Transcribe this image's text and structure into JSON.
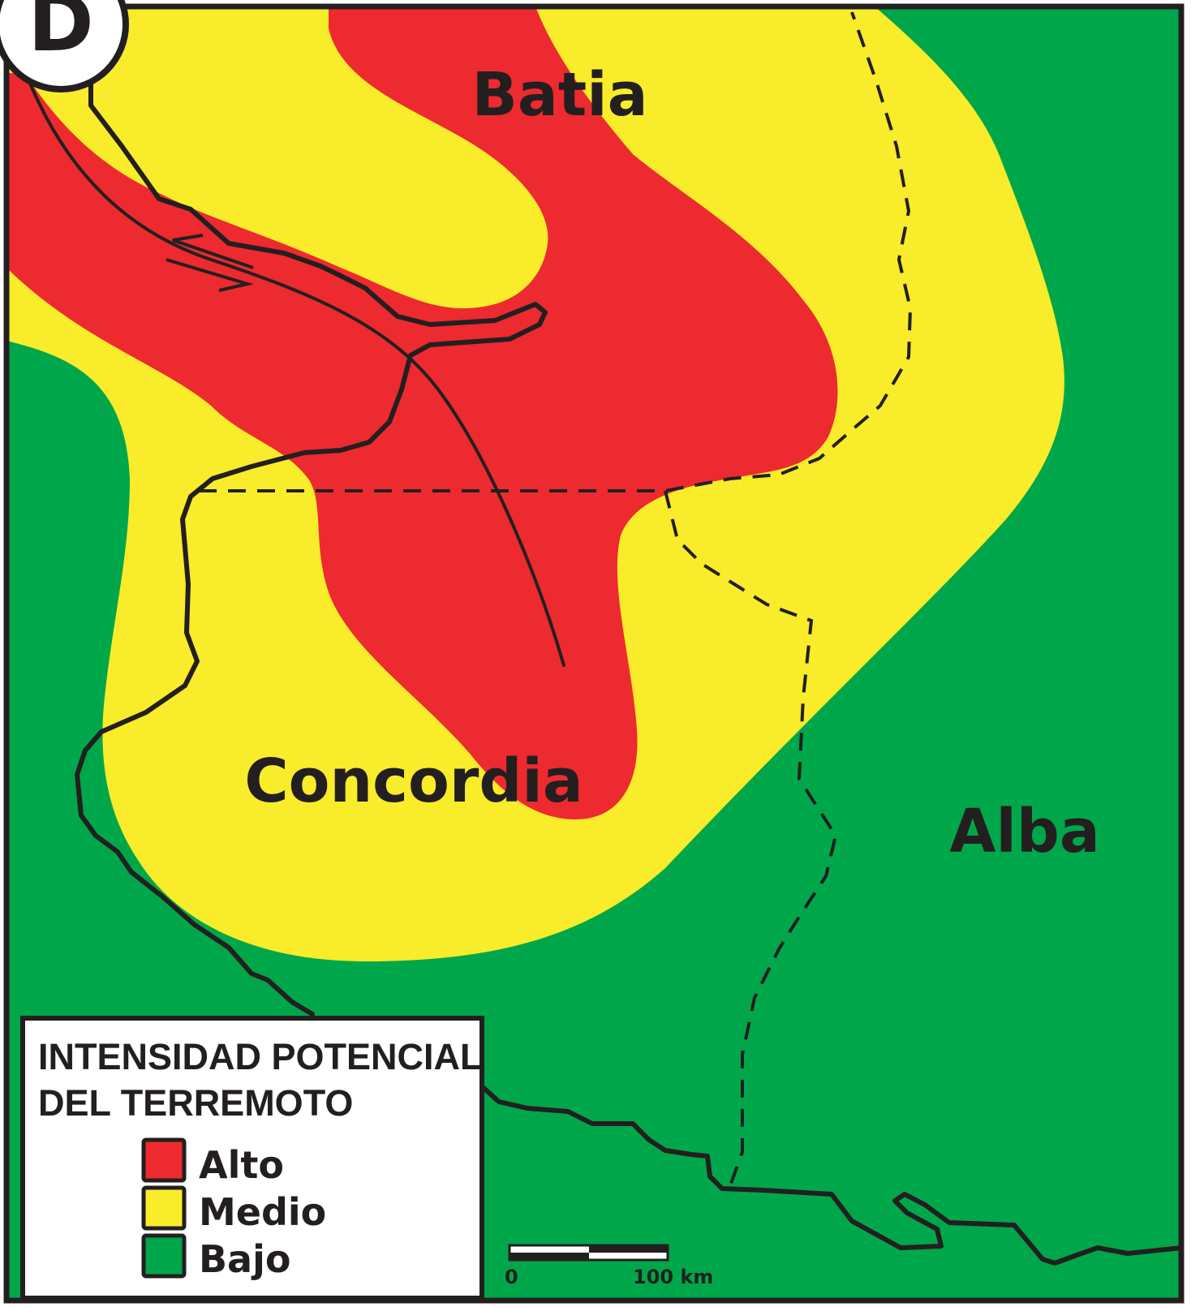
{
  "panel": {
    "letter": "D"
  },
  "regions": [
    {
      "id": "batia",
      "name": "Batia"
    },
    {
      "id": "concordia",
      "name": "Concordia"
    },
    {
      "id": "alba",
      "name": "Alba"
    }
  ],
  "legend": {
    "title_line1": "INTENSIDAD POTENCIAL",
    "title_line2": "DEL TERREMOTO",
    "items": [
      {
        "label": "Alto",
        "color": "#ed2a2f"
      },
      {
        "label": "Medio",
        "color": "#f9ec2a"
      },
      {
        "label": "Bajo",
        "color": "#00a74a"
      }
    ]
  },
  "scale_bar": {
    "start_label": "0",
    "end_label": "100 km"
  },
  "colors": {
    "alto": "#ed2a2f",
    "medio": "#f9ec2a",
    "bajo": "#00a74a",
    "line": "#231f20"
  }
}
